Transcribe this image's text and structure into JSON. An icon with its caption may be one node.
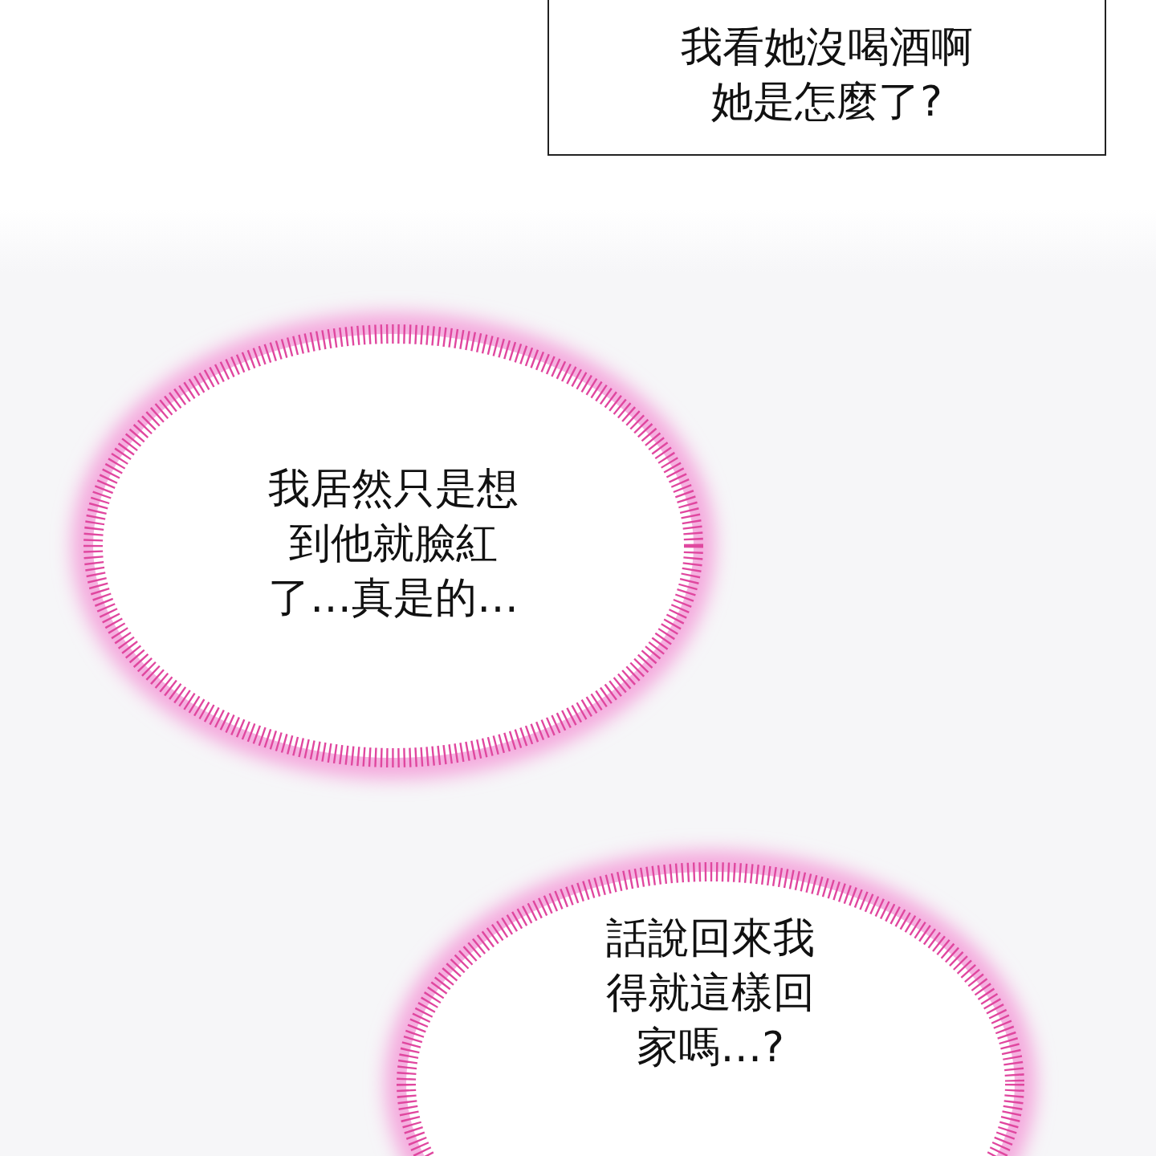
{
  "diagram": {
    "nodes": [
      {
        "text": [
          "我看她沒喝酒啊她是怎麼了?"
        ]
      },
      {
        "text": [
          "我居然只是想到他就臉紅了…真是的…"
        ]
      },
      {
        "text": [
          "話說回來我得就這樣回家嗎…?"
        ]
      }
    ]
  }
}
